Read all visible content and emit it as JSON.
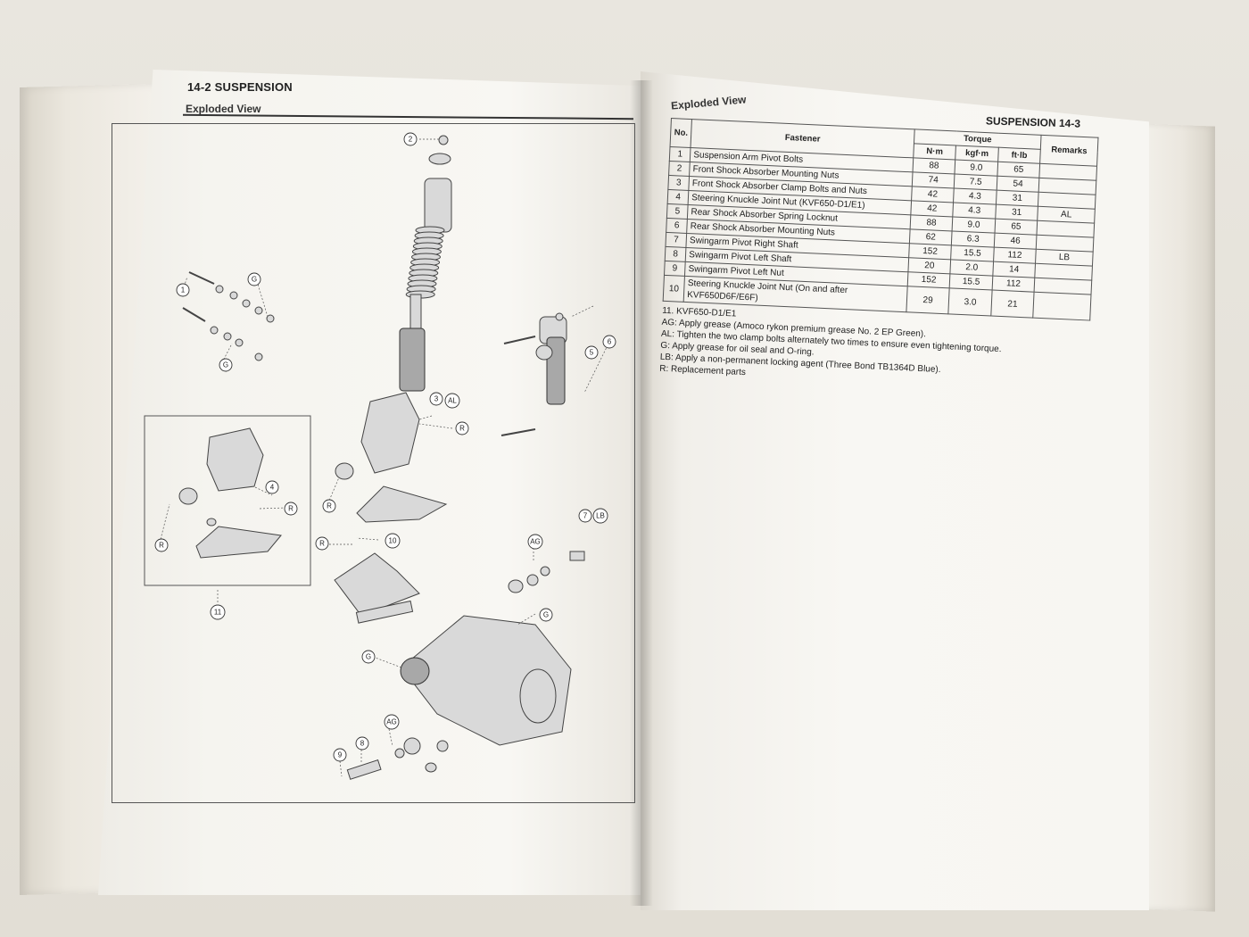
{
  "left_page": {
    "section_title": "14-2 SUSPENSION",
    "subtitle": "Exploded View",
    "callouts": [
      "1",
      "2",
      "3",
      "4",
      "5",
      "6",
      "7",
      "8",
      "9",
      "10",
      "11",
      "G",
      "AG",
      "AL",
      "LB",
      "R"
    ]
  },
  "right_page": {
    "subtitle": "Exploded View",
    "section_title": "SUSPENSION 14-3",
    "table": {
      "headers": {
        "no": "No.",
        "fastener": "Fastener",
        "torque": "Torque",
        "nm": "N·m",
        "kgfm": "kgf·m",
        "ftlb": "ft·lb",
        "remarks": "Remarks"
      },
      "rows": [
        {
          "no": "1",
          "fastener": "Suspension Arm Pivot Bolts",
          "nm": "88",
          "kgfm": "9.0",
          "ftlb": "65",
          "remarks": ""
        },
        {
          "no": "2",
          "fastener": "Front Shock Absorber Mounting Nuts",
          "nm": "74",
          "kgfm": "7.5",
          "ftlb": "54",
          "remarks": ""
        },
        {
          "no": "3",
          "fastener": "Front Shock Absorber Clamp Bolts and Nuts",
          "nm": "42",
          "kgfm": "4.3",
          "ftlb": "31",
          "remarks": ""
        },
        {
          "no": "4",
          "fastener": "Steering Knuckle Joint Nut (KVF650-D1/E1)",
          "nm": "42",
          "kgfm": "4.3",
          "ftlb": "31",
          "remarks": "AL"
        },
        {
          "no": "5",
          "fastener": "Rear Shock Absorber Spring Locknut",
          "nm": "88",
          "kgfm": "9.0",
          "ftlb": "65",
          "remarks": ""
        },
        {
          "no": "6",
          "fastener": "Rear Shock Absorber Mounting Nuts",
          "nm": "62",
          "kgfm": "6.3",
          "ftlb": "46",
          "remarks": ""
        },
        {
          "no": "7",
          "fastener": "Swingarm Pivot Right Shaft",
          "nm": "152",
          "kgfm": "15.5",
          "ftlb": "112",
          "remarks": "LB"
        },
        {
          "no": "8",
          "fastener": "Swingarm Pivot Left Shaft",
          "nm": "20",
          "kgfm": "2.0",
          "ftlb": "14",
          "remarks": ""
        },
        {
          "no": "9",
          "fastener": "Swingarm Pivot Left Nut",
          "nm": "152",
          "kgfm": "15.5",
          "ftlb": "112",
          "remarks": ""
        },
        {
          "no": "10",
          "fastener": "Steering Knuckle Joint Nut (On and after KVF650D6F/E6F)",
          "nm": "29",
          "kgfm": "3.0",
          "ftlb": "21",
          "remarks": ""
        }
      ]
    },
    "notes": [
      "11. KVF650-D1/E1",
      "AG: Apply grease (Amoco rykon premium grease No. 2 EP Green).",
      "AL: Tighten the two clamp bolts alternately two times to ensure even tightening torque.",
      "G: Apply grease for oil seal and O-ring.",
      "LB: Apply a non-permanent locking agent (Three Bond TB1364D Blue).",
      "R: Replacement parts"
    ]
  }
}
